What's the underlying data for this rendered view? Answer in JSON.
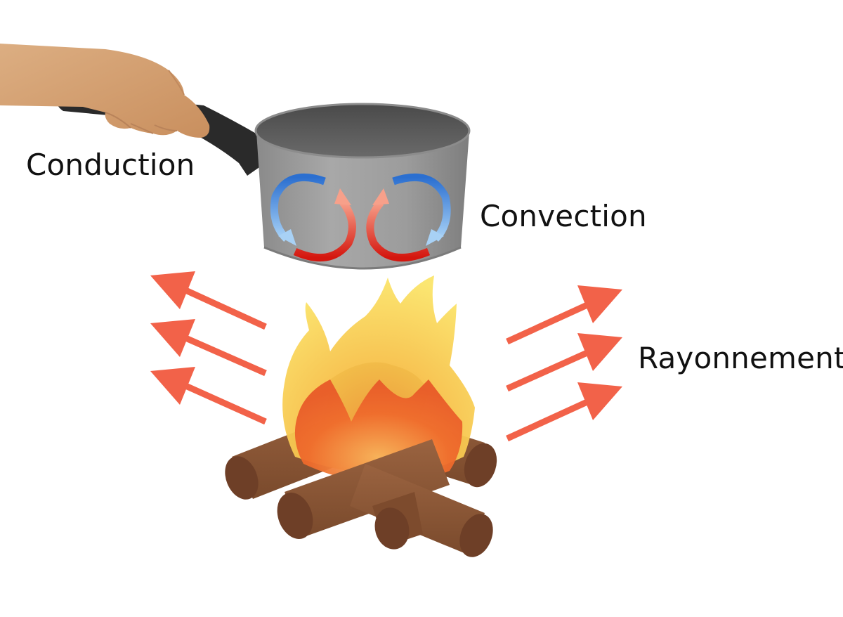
{
  "labels": {
    "conduction": "Conduction",
    "convection": "Convection",
    "rayonnement": "Rayonnement"
  },
  "colors": {
    "background": "#ffffff",
    "skin": "#d9a577",
    "handle": "#2b2b2b",
    "pan_body": "#9a9a9a",
    "pan_rim": "#555555",
    "convection_cold": "#2f7fd6",
    "convection_hot": "#d8231c",
    "radiation_arrow": "#f26249",
    "flame_outer": "#f9d84b",
    "flame_inner": "#ef6b2c",
    "wood": "#8a5634",
    "wood_end": "#6e3f27"
  },
  "icons": {
    "hand": "hand-icon",
    "pan": "saucepan-icon",
    "fire": "campfire-icon"
  }
}
